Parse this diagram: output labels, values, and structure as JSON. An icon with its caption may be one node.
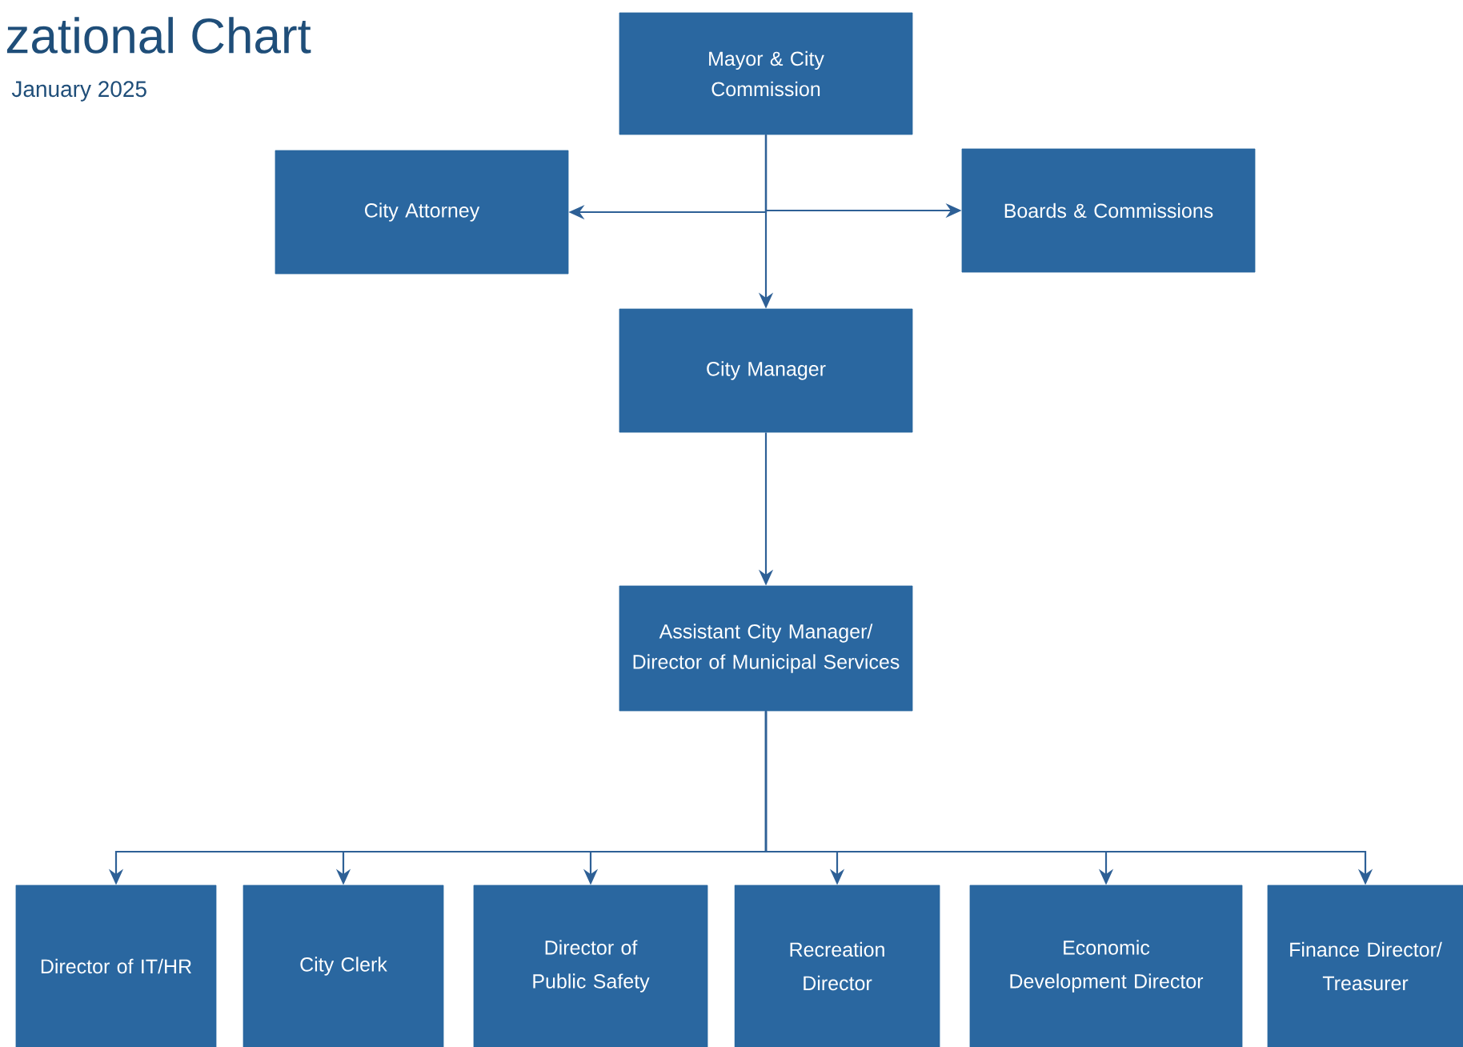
{
  "diagram": {
    "title": "zational Chart",
    "nodes": [
      {
        "text": [
          "Mayor & City Commission"
        ]
      },
      {
        "text": [
          "City Attorney"
        ]
      },
      {
        "text": [
          "Boards & Commissions"
        ]
      },
      {
        "text": [
          "City Manager"
        ]
      },
      {
        "text": [
          "Assistant City Manager/ Director of Municipal Services"
        ]
      },
      {
        "text": [
          "Director of IT/HR"
        ]
      },
      {
        "text": [
          "City Clerk"
        ]
      },
      {
        "text": [
          "Director of Public Safety"
        ]
      },
      {
        "text": [
          "Recreation Director"
        ]
      },
      {
        "text": [
          "Economic Development Director"
        ]
      },
      {
        "text": [
          "Finance Director/ Treasurer"
        ]
      }
    ],
    "edges": [
      {
        "from": 0,
        "to": 1,
        "arrow": "to"
      },
      {
        "from": 0,
        "to": 2,
        "arrow": "to"
      },
      {
        "from": 0,
        "to": 3,
        "arrow": "to"
      },
      {
        "from": 3,
        "to": 4,
        "arrow": "to"
      },
      {
        "from": 4,
        "to": 5,
        "arrow": "to"
      },
      {
        "from": 4,
        "to": 6,
        "arrow": "to"
      },
      {
        "from": 4,
        "to": 7,
        "arrow": "to"
      },
      {
        "from": 4,
        "to": 8,
        "arrow": "to"
      },
      {
        "from": 4,
        "to": 9,
        "arrow": "to"
      },
      {
        "from": 4,
        "to": 10,
        "arrow": "to"
      }
    ],
    "labels": [
      "January 2025"
    ]
  }
}
